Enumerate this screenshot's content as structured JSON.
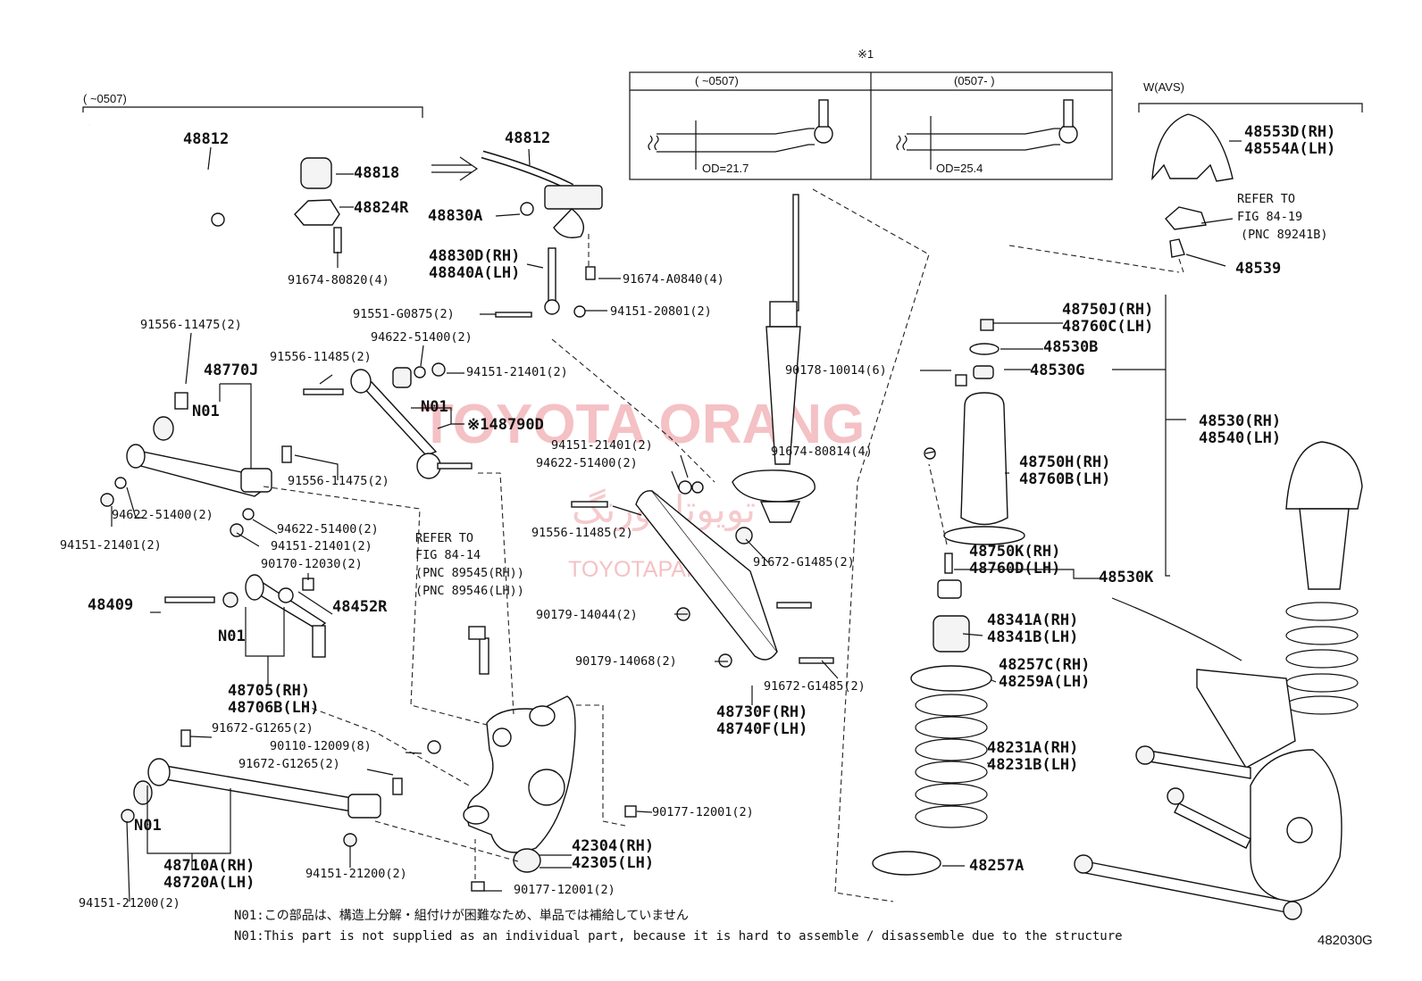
{
  "diagram_code": "482030G",
  "ref_marker": "※1",
  "inset": {
    "col1_range": "(     ~0507)",
    "col2_range": "(0507-     )",
    "od1": "OD=21.7",
    "od2": "OD=25.4"
  },
  "stab_range": "(     ~0507)",
  "w_avs": "W(AVS)",
  "watermark": {
    "brand": "TOYOTA ORANG",
    "persian": "تویوتا اورنگ",
    "site": "TOYOTAPART.IR"
  },
  "labels": {
    "p48812a": "48812",
    "p48818": "48818",
    "p48824R": "48824R",
    "p91674_80820": "91674-80820(4)",
    "p48812b": "48812",
    "p48830A": "48830A",
    "p48830D": "48830D(RH)",
    "p48840A": "48840A(LH)",
    "p91674_A0840": "91674-A0840(4)",
    "p91551_G0875": "91551-G0875(2)",
    "p94151_20801": "94151-20801(2)",
    "p94622_51400a": "94622-51400(2)",
    "p91556_11475a": "91556-11475(2)",
    "p91556_11485a": "91556-11485(2)",
    "p94151_21401a": "94151-21401(2)",
    "p48770J": "48770J",
    "n01a": "N01",
    "n01b": "N01",
    "p48790D": "※148790D",
    "p91556_11475b": "91556-11475(2)",
    "p94622_51400b": "94622-51400(2)",
    "p94151_21401b": "94151-21401(2)",
    "p94622_51400c": "94622-51400(2)",
    "p94151_21401c": "94151-21401(2)",
    "p90170_12030": "90170-12030(2)",
    "p48409": "48409",
    "p48452R": "48452R",
    "n01c": "N01",
    "p48705": "48705(RH)",
    "p48706B": "48706B(LH)",
    "refer1_a": "REFER TO",
    "refer1_b": "FIG 84-14",
    "refer1_c": "(PNC 89545(RH))",
    "refer1_d": "(PNC 89546(LH))",
    "p91672_G1265a": "91672-G1265(2)",
    "p90110_12009": "90110-12009(8)",
    "p91672_G1265b": "91672-G1265(2)",
    "n01d": "N01",
    "p48710A": "48710A(RH)",
    "p48720A": "48720A(LH)",
    "p94151_21200a": "94151-21200(2)",
    "p94151_21200b": "94151-21200(2)",
    "p90177_12001a": "90177-12001(2)",
    "p42304": "42304(RH)",
    "p42305": "42305(LH)",
    "p90177_12001b": "90177-12001(2)",
    "p94151_21401d": "94151-21401(2)",
    "p94622_51400d": "94622-51400(2)",
    "p91556_11485b": "91556-11485(2)",
    "p91672_G1485a": "91672-G1485(2)",
    "p90179_14044": "90179-14044(2)",
    "p90179_14068": "90179-14068(2)",
    "p91672_G1485b": "91672-G1485(2)",
    "p48730F": "48730F(RH)",
    "p48740F": "48740F(LH)",
    "p90178_10014": "90178-10014(6)",
    "p91674_80814": "91674-80814(4)",
    "p48750J": "48750J(RH)",
    "p48760C": "48760C(LH)",
    "p48530B": "48530B",
    "p48530G": "48530G",
    "p48750H": "48750H(RH)",
    "p48760B": "48760B(LH)",
    "p48750K": "48750K(RH)",
    "p48760D": "48760D(LH)",
    "p48530K": "48530K",
    "p48530": "48530(RH)",
    "p48540": "48540(LH)",
    "p48341A": "48341A(RH)",
    "p48341B": "48341B(LH)",
    "p48257C": "48257C(RH)",
    "p48259A": "48259A(LH)",
    "p48231A": "48231A(RH)",
    "p48231B": "48231B(LH)",
    "p48257A": "48257A",
    "p48553D": "48553D(RH)",
    "p48554A": "48554A(LH)",
    "refer2_a": "REFER TO",
    "refer2_b": "FIG 84-19",
    "refer2_c": "(PNC 89241B)",
    "p48539": "48539"
  },
  "notes": {
    "jp": "N01:この部品は、構造上分解・組付けが困難なため、単品では補給していません",
    "en": "N01:This part is not supplied as an individual part, because it is hard to assemble / disassemble due to the structure"
  }
}
